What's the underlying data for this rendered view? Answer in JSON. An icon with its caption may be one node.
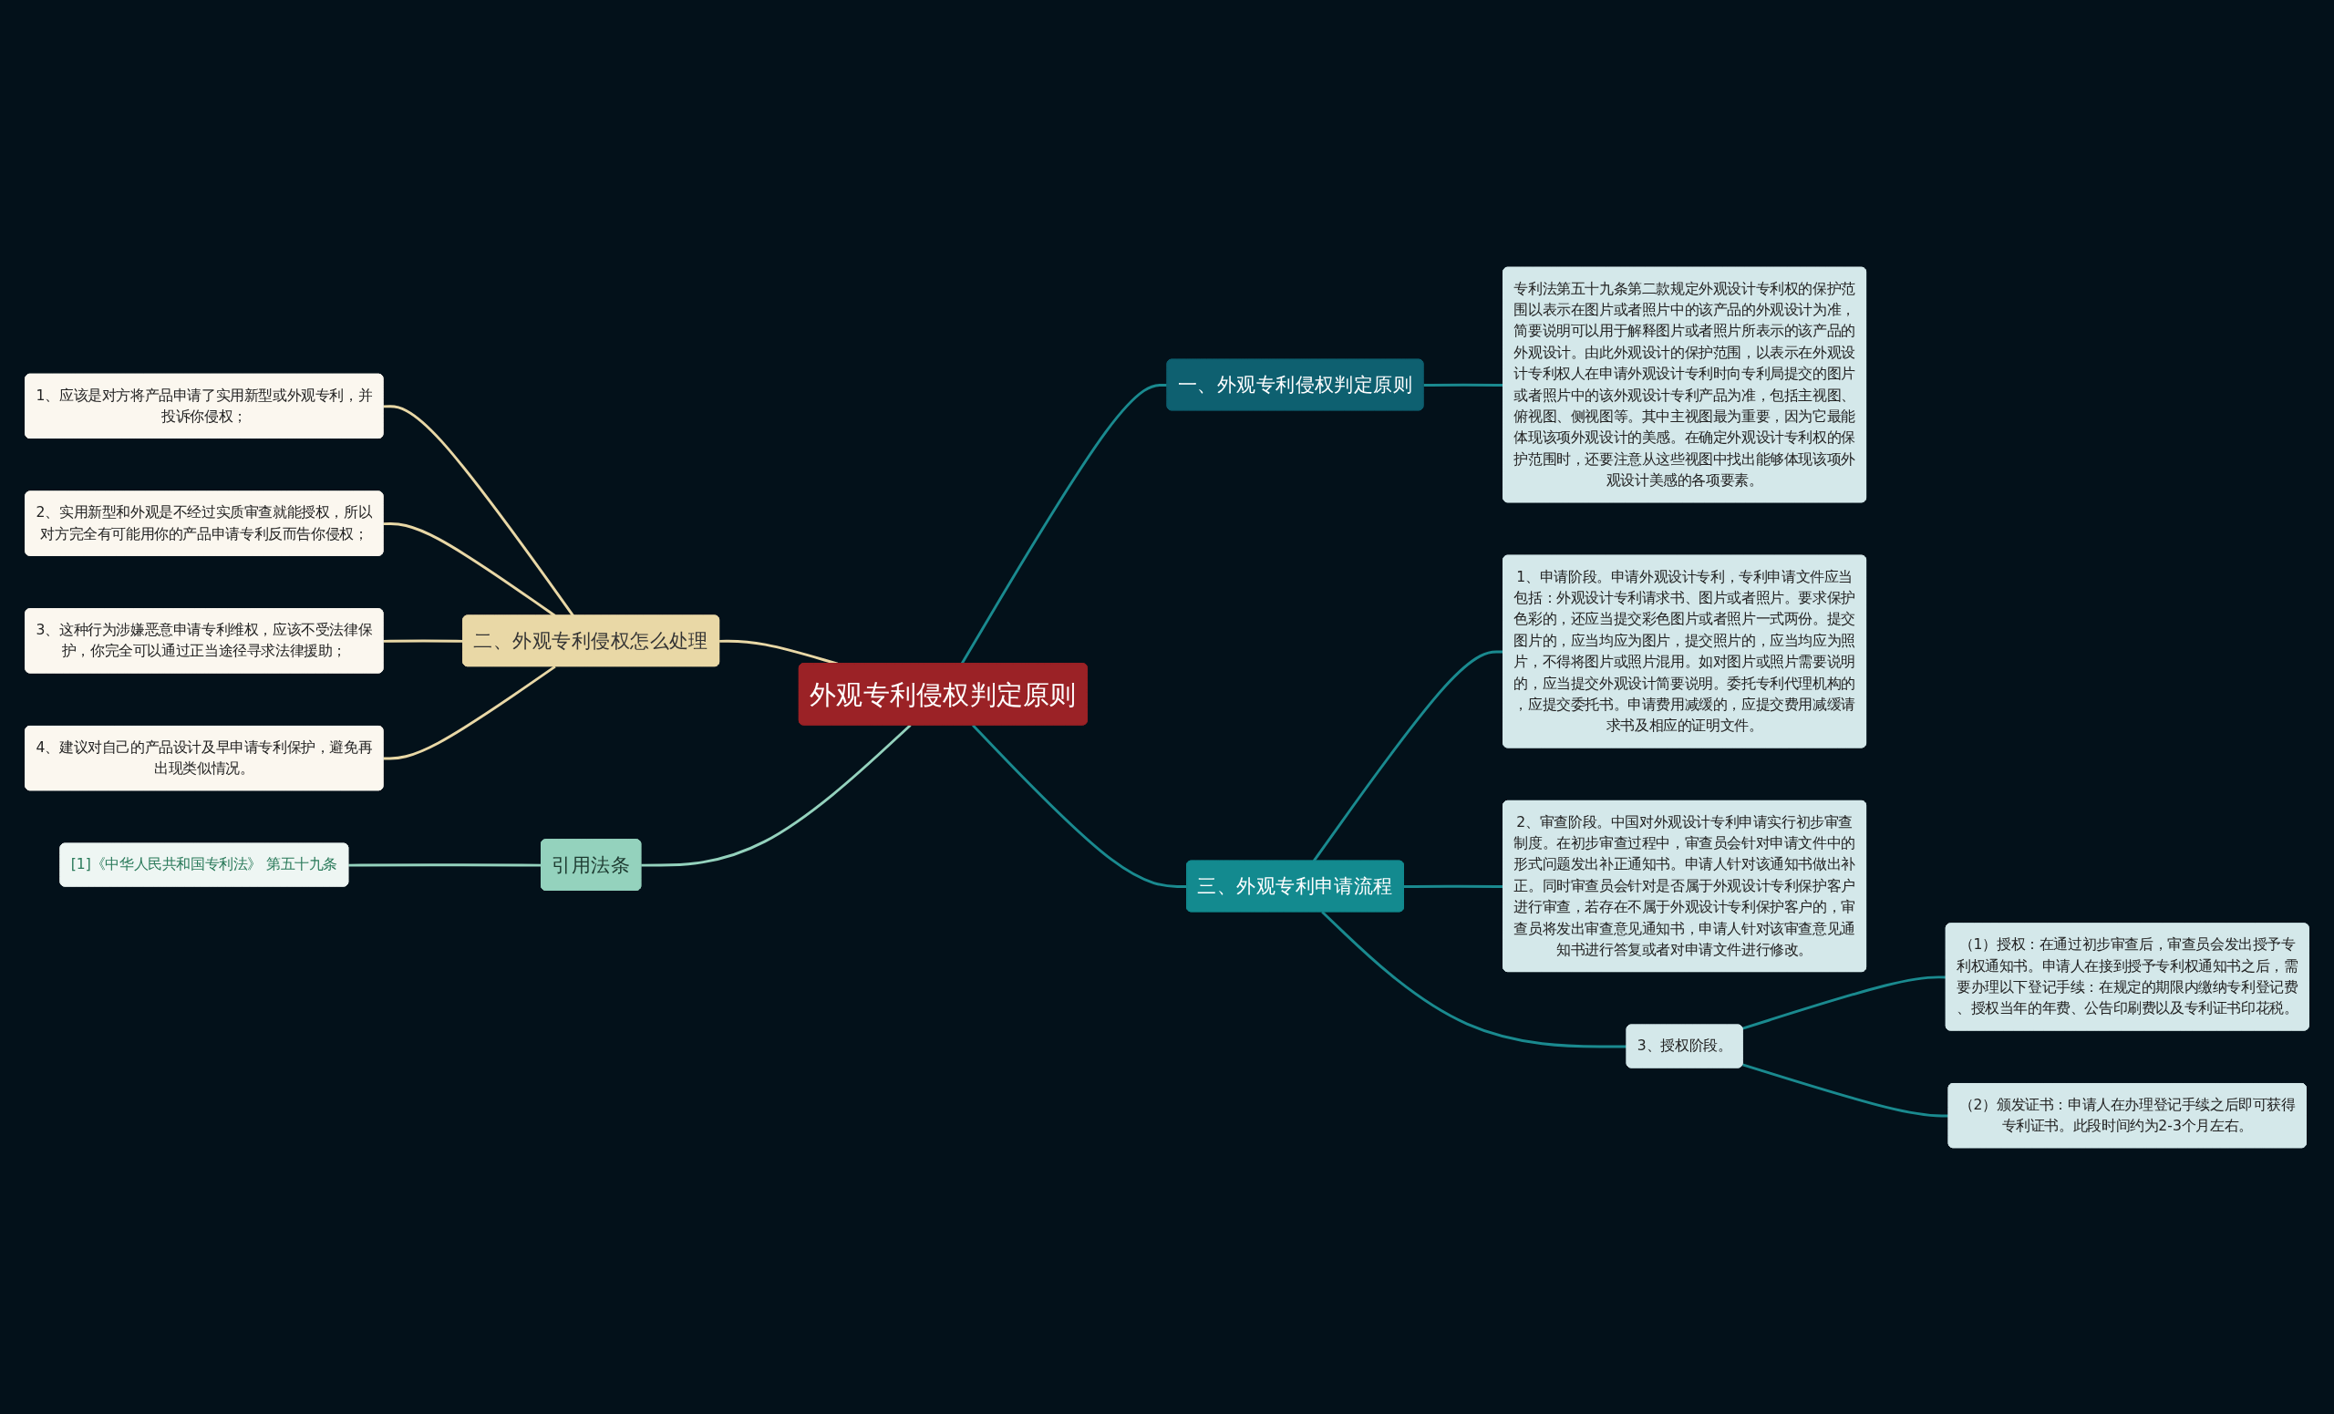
{
  "diagram": {
    "nodes": [
      {
        "text": [
          "外观专利侵权判定原则"
        ]
      },
      {
        "text": [
          "一、外观专利侵权判定原则"
        ]
      },
      {
        "text": [
          "专利法第五十九条第二款规定外观设计专利权的保护范围以表示在图片或者照片中的该产品的外观设计为准，简要说明可以用于解释图片或者照片所表示的该产品的外观设计。由此外观设计的保护范围，以表示在外观设计专利权人在申请外观设计专利时向专利局提交的图片或者照片中的该外观设计专利产品为准，包括主视图、俯视图、侧视图等。其中主视图最为重要，因为它最能体现该项外观设计的美感。在确定外观设计专利权的保护范围时，还要注意从这些视图中找出能够体现该项外观设计美感的各项要素。"
        ]
      },
      {
        "text": [
          "二、外观专利侵权怎么处理"
        ]
      },
      {
        "text": [
          "1、应该是对方将产品申请了实用新型或外观专利，并投诉你侵权；"
        ]
      },
      {
        "text": [
          "2、实用新型和外观是不经过实质审查就能授权，所以对方完全有可能用你的产品申请专利反而告你侵权；"
        ]
      },
      {
        "text": [
          "3、这种行为涉嫌恶意申请专利维权，应该不受法律保护，你完全可以通过正当途径寻求法律援助；"
        ]
      },
      {
        "text": [
          "4、建议对自己的产品设计及早申请专利保护，避免再出现类似情况。"
        ]
      },
      {
        "text": [
          "引用法条"
        ]
      },
      {
        "text": [
          "[1]《中华人民共和国专利法》 第五十九条"
        ]
      },
      {
        "text": [
          "三、外观专利申请流程"
        ]
      },
      {
        "text": [
          "1、申请阶段。申请外观设计专利，专利申请文件应当包括：外观设计专利请求书、图片或者照片。要求保护色彩的，还应当提交彩色图片或者照片一式两份。提交图片的，应当均应为图片，提交照片的，应当均应为照片，不得将图片或照片混用。如对图片或照片需要说明的，应当提交外观设计简要说明。委托专利代理机构的，应提交委托书。申请费用减缓的，应提交费用减缓请求书及相应的证明文件。"
        ]
      },
      {
        "text": [
          "2、审查阶段。中国对外观设计专利申请实行初步审查制度。在初步审查过程中，审查员会针对申请文件中的形式问题发出补正通知书。申请人针对该通知书做出补正。同时审查员会针对是否属于外观设计专利保护客户进行审查，若存在不属于外观设计专利保护客户的，审查员将发出审查意见通知书，申请人针对该审查意见通知书进行答复或者对申请文件进行修改。"
        ]
      },
      {
        "text": [
          "3、授权阶段。"
        ]
      },
      {
        "text": [
          "（1）授权：在通过初步审查后，审查员会发出授予专利权通知书。申请人在接到授予专利权通知书之后，需要办理以下登记手续：在规定的期限内缴纳专利登记费、授权当年的年费、公告印刷费以及专利证书印花税。"
        ]
      },
      {
        "text": [
          "（2）颁发证书：申请人在办理登记手续之后即可获得专利证书。此段时间约为2-3个月左右。"
        ]
      }
    ],
    "edges": [
      {
        "from": 0,
        "to": 1,
        "arrow": "none"
      },
      {
        "from": 1,
        "to": 2,
        "arrow": "none"
      },
      {
        "from": 4,
        "to": 3,
        "arrow": "none",
        "color": "#e9d8a6"
      },
      {
        "from": 5,
        "to": 3,
        "arrow": "none",
        "color": "#e9d8a6"
      },
      {
        "from": 6,
        "to": 3,
        "arrow": "none",
        "color": "#e9d8a6"
      },
      {
        "from": 7,
        "to": 3,
        "arrow": "none",
        "color": "#e9d8a6"
      },
      {
        "from": 3,
        "to": 0,
        "arrow": "none",
        "color": "#e9d8a6"
      },
      {
        "from": 9,
        "to": 8,
        "arrow": "none",
        "color": "#94d2bd"
      },
      {
        "from": 8,
        "to": 0,
        "arrow": "none",
        "color": "#94d2bd"
      },
      {
        "from": 0,
        "to": 10,
        "arrow": "none"
      },
      {
        "from": 10,
        "to": 11,
        "arrow": "none"
      },
      {
        "from": 10,
        "to": 12,
        "arrow": "none"
      },
      {
        "from": 10,
        "to": 13,
        "arrow": "none"
      },
      {
        "from": 13,
        "to": 14,
        "arrow": "none"
      },
      {
        "from": 13,
        "to": 15,
        "arrow": "none"
      }
    ]
  }
}
